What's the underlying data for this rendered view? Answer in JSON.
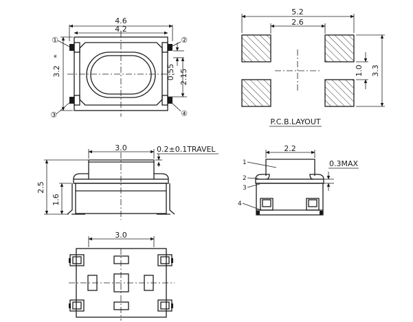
{
  "top_view": {
    "dims": {
      "outer_width": "4.6",
      "inner_width": "4.2",
      "height": "3.2",
      "star": "*",
      "pin_width": "0.55",
      "pin_span": "2.15"
    },
    "pins": [
      "①",
      "②",
      "③",
      "④"
    ]
  },
  "pcb_layout": {
    "dims": {
      "width": "5.2",
      "inner_gap": "2.6",
      "pad_gap": "1.0",
      "height": "3.3"
    },
    "caption": "P.C.B.LAYOUT"
  },
  "side_view": {
    "dims": {
      "actuator": "3.0",
      "travel": "0.2±0.1TRAVEL",
      "total_height": "2.5",
      "body_height": "1.6"
    }
  },
  "detail_view": {
    "dims": {
      "actuator": "2.2",
      "max": "0.3MAX"
    },
    "labels": [
      "1",
      "2",
      "3",
      "4"
    ]
  },
  "bottom_view": {
    "dims": {
      "width": "3.0"
    }
  }
}
